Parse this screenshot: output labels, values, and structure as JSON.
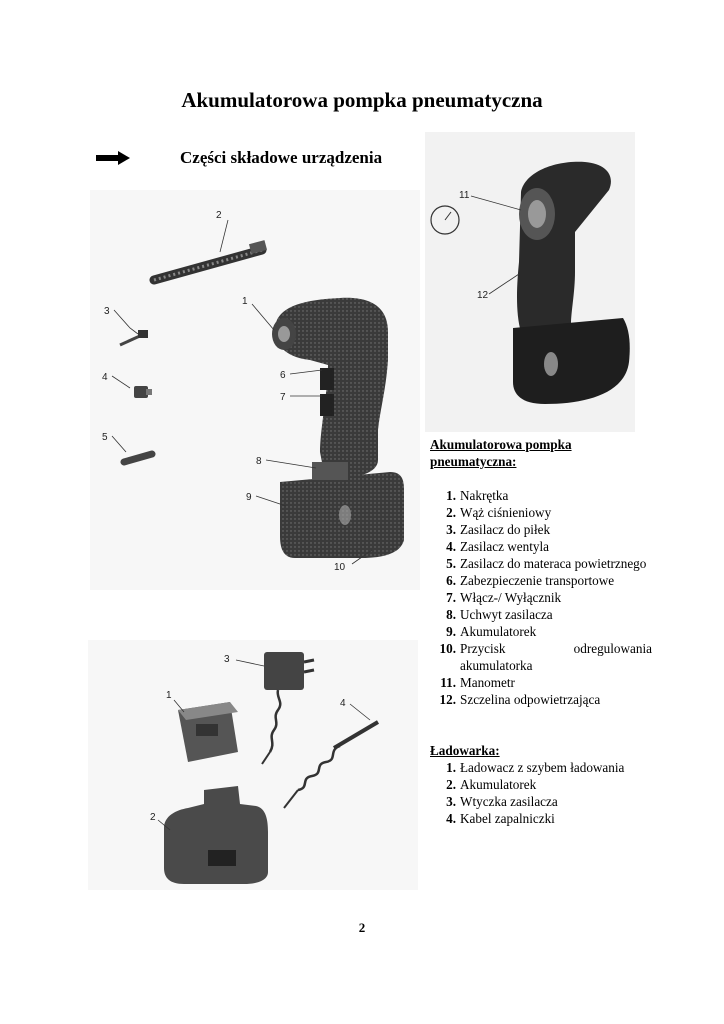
{
  "document": {
    "title": "Akumulatorowa pompka pneumatyczna",
    "subtitle": "Części składowe urządzenia",
    "page_number": "2"
  },
  "pump_parts": {
    "heading_line1": "Akumulatorowa pompka",
    "heading_line2": "pneumatyczna:",
    "items": [
      {
        "num": "1.",
        "text": "Nakrętka"
      },
      {
        "num": "2.",
        "text": "Wąż ciśnieniowy"
      },
      {
        "num": "3.",
        "text": "Zasilacz do piłek"
      },
      {
        "num": "4.",
        "text": "Zasilacz wentyla"
      },
      {
        "num": "5.",
        "text": "Zasilacz do materaca powietrznego"
      },
      {
        "num": "6.",
        "text": "Zabezpieczenie transportowe"
      },
      {
        "num": "7.",
        "text": "Włącz-/ Wyłącznik"
      },
      {
        "num": "8.",
        "text": "Uchwyt zasilacza"
      },
      {
        "num": "9.",
        "text": "Akumulatorek"
      },
      {
        "num": "10.",
        "text": "Przycisk odregulowania akumulatorka"
      },
      {
        "num": "11.",
        "text": "Manometr"
      },
      {
        "num": "12.",
        "text": "Szczelina odpowietrzająca"
      }
    ]
  },
  "charger_parts": {
    "heading": "Ładowarka:",
    "items": [
      {
        "num": "1.",
        "text": "Ładowacz z szybem ładowania"
      },
      {
        "num": "2.",
        "text": "Akumulatorek"
      },
      {
        "num": "3.",
        "text": "Wtyczka zasilacza"
      },
      {
        "num": "4.",
        "text": "Kabel zapalniczki"
      }
    ]
  },
  "figure_callouts": {
    "pump_main": [
      "1",
      "2",
      "3",
      "4",
      "5",
      "6",
      "7",
      "8",
      "9",
      "10"
    ],
    "pump_back": [
      "11",
      "12"
    ],
    "charger": [
      "1",
      "2",
      "3",
      "4"
    ]
  }
}
